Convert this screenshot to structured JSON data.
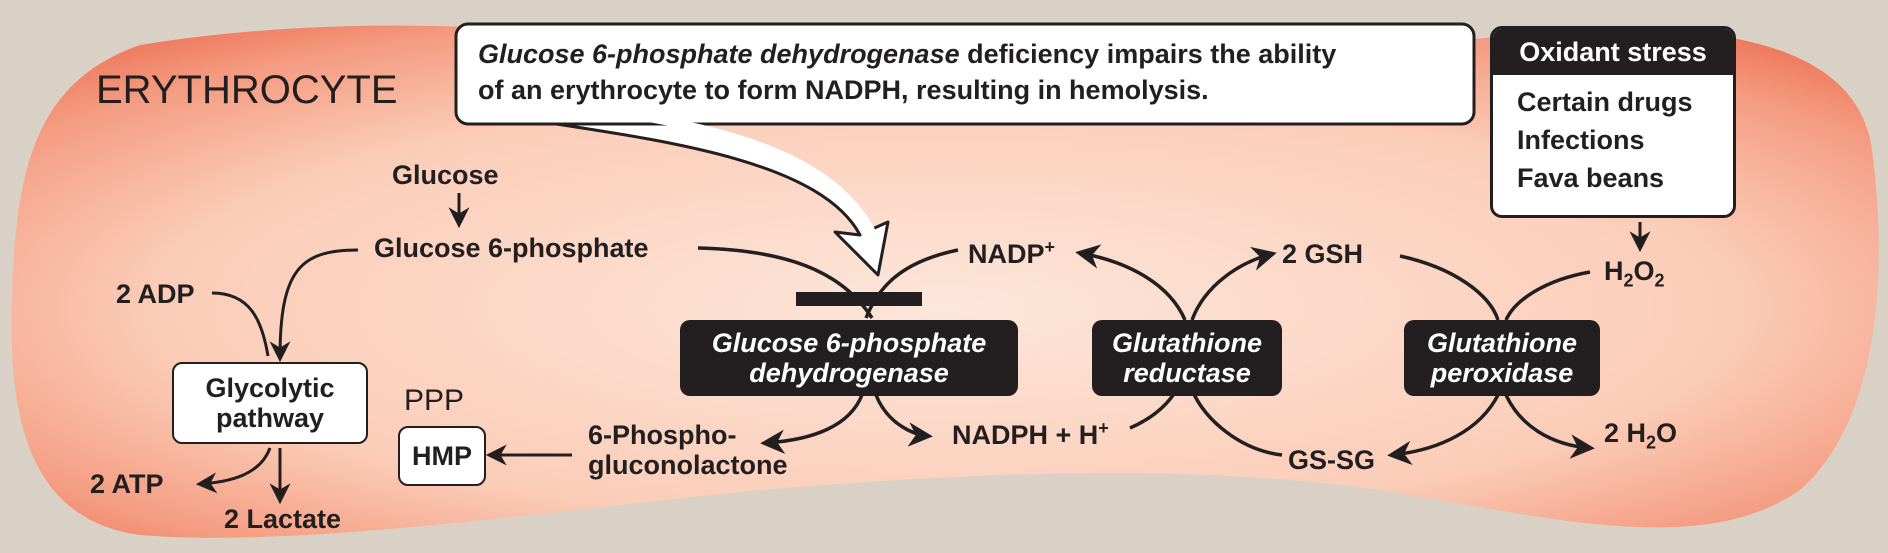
{
  "cell_label": "ERYTHROCYTE",
  "callout": {
    "italic_part": "Glucose 6-phosphate dehydrogenase",
    "rest_line1": " deficiency impairs the ability",
    "line2": "of an erythrocyte to form NADPH, resulting in hemolysis."
  },
  "oxidant_stress": {
    "title": "Oxidant stress",
    "items": [
      "Certain drugs",
      "Infections",
      "Fava beans"
    ]
  },
  "metabolites": {
    "glucose": "Glucose",
    "g6p": "Glucose 6-phosphate",
    "adp": "2 ADP",
    "atp": "2 ATP",
    "lactate": "2 Lactate",
    "ppp": "PPP",
    "hmp": "HMP",
    "phosphogluconolactone_line1": "6-Phospho-",
    "phosphogluconolactone_line2": "gluconolactone",
    "nadp_base": "NADP",
    "nadp_sup": "+",
    "nadph_base": "NADPH + H",
    "nadph_sup": "+",
    "gsh": "2 GSH",
    "gssg": "GS-SG",
    "h2o2_h": "H",
    "h2o2_sub1": "2",
    "h2o2_o": "O",
    "h2o2_sub2": "2",
    "h2o_pre": "2 H",
    "h2o_sub": "2",
    "h2o_post": "O"
  },
  "boxes": {
    "glycolytic_line1": "Glycolytic",
    "glycolytic_line2": "pathway"
  },
  "enzymes": {
    "g6pd_line1": "Glucose 6-phosphate",
    "g6pd_line2": "dehydrogenase",
    "gr_line1": "Glutathione",
    "gr_line2": "reductase",
    "gp_line1": "Glutathione",
    "gp_line2": "peroxidase"
  },
  "colors": {
    "cell_fill_center": "#fce0d2",
    "cell_fill_edge": "#ef7c63",
    "background": "#d9d1c6",
    "ink": "#231f20"
  }
}
